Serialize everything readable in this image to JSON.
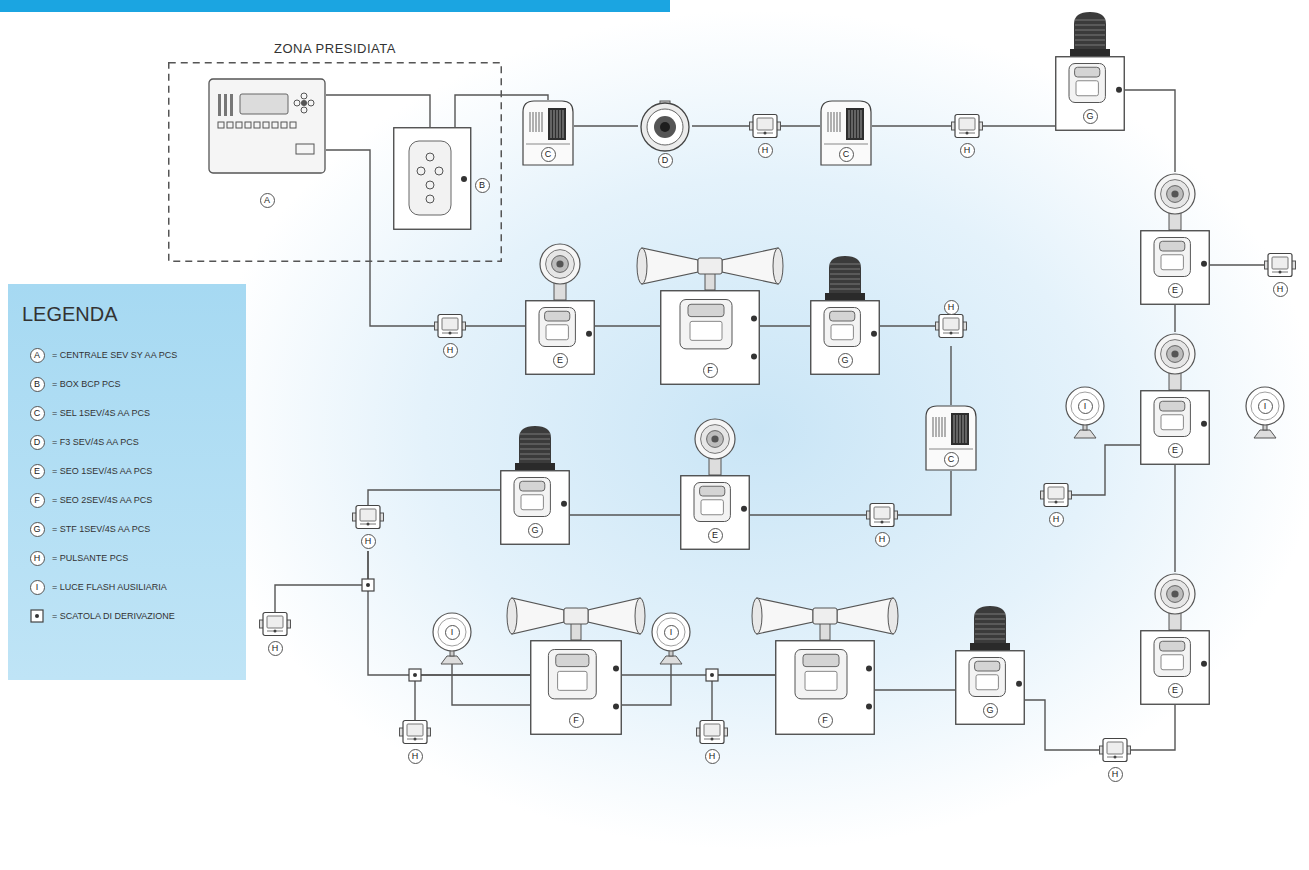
{
  "diagram": {
    "nodes": [
      {
        "text": [
          "ZONA PRESIDIATA"
        ]
      },
      {
        "text": [
          "A"
        ],
        "in": 0
      },
      {
        "text": [
          "B"
        ],
        "in": 0
      },
      {
        "text": [
          "C"
        ]
      },
      {
        "text": [
          "D"
        ]
      },
      {
        "text": [
          "H"
        ]
      },
      {
        "text": [
          "C"
        ]
      },
      {
        "text": [
          "H"
        ]
      },
      {
        "text": [
          "G"
        ]
      },
      {
        "text": [
          "E"
        ]
      },
      {
        "text": [
          "H"
        ]
      },
      {
        "text": [
          "E"
        ]
      },
      {
        "text": [
          "I"
        ]
      },
      {
        "text": [
          "I"
        ]
      },
      {
        "text": [
          "H"
        ]
      },
      {
        "text": [
          "E"
        ]
      },
      {
        "text": [
          "H"
        ]
      },
      {
        "text": [
          "G"
        ]
      },
      {
        "text": [
          "F"
        ]
      },
      {
        "text": [
          "F"
        ]
      },
      {
        "text": [
          "I"
        ]
      },
      {
        "text": [
          "I"
        ]
      },
      {
        "text": [
          "H"
        ]
      },
      {
        "text": [
          "H"
        ]
      },
      {
        "text": [
          "H"
        ]
      },
      {
        "text": [
          "H"
        ]
      },
      {
        "text": [
          "G"
        ]
      },
      {
        "text": [
          "E"
        ]
      },
      {
        "text": [
          "H"
        ]
      },
      {
        "text": [
          "C"
        ]
      },
      {
        "text": [
          "H"
        ]
      },
      {
        "text": [
          "G"
        ]
      },
      {
        "text": [
          "F"
        ]
      },
      {
        "text": [
          "E"
        ]
      },
      {
        "text": [
          "H"
        ]
      }
    ],
    "edges": [
      {
        "from": 1,
        "to": 2,
        "arrow": "none"
      },
      {
        "from": 2,
        "to": 3,
        "arrow": "none"
      },
      {
        "from": 3,
        "to": 4,
        "arrow": "none"
      },
      {
        "from": 4,
        "to": 5,
        "arrow": "none"
      },
      {
        "from": 5,
        "to": 6,
        "arrow": "none"
      },
      {
        "from": 6,
        "to": 7,
        "arrow": "none"
      },
      {
        "from": 7,
        "to": 8,
        "arrow": "none"
      },
      {
        "from": 8,
        "to": 9,
        "arrow": "none"
      },
      {
        "from": 9,
        "to": 10,
        "arrow": "none"
      },
      {
        "from": 9,
        "to": 11,
        "arrow": "none"
      },
      {
        "from": 11,
        "to": 14,
        "arrow": "none"
      },
      {
        "from": 11,
        "to": 15,
        "arrow": "none"
      },
      {
        "from": 15,
        "to": 16,
        "arrow": "none"
      },
      {
        "from": 16,
        "to": 17,
        "arrow": "none"
      },
      {
        "from": 17,
        "to": 18,
        "arrow": "none"
      },
      {
        "from": 18,
        "to": 19,
        "arrow": "none"
      },
      {
        "from": 18,
        "to": 22,
        "arrow": "none"
      },
      {
        "from": 20,
        "to": 19,
        "arrow": "none"
      },
      {
        "from": 21,
        "to": 19,
        "arrow": "none"
      },
      {
        "from": 19,
        "to": 23,
        "arrow": "none"
      },
      {
        "from": 19,
        "to": 25,
        "arrow": "none"
      },
      {
        "from": 25,
        "to": 24,
        "arrow": "none"
      },
      {
        "from": 26,
        "to": 25,
        "arrow": "none"
      },
      {
        "from": 26,
        "to": 27,
        "arrow": "none"
      },
      {
        "from": 27,
        "to": 28,
        "arrow": "none"
      },
      {
        "from": 28,
        "to": 29,
        "arrow": "none"
      },
      {
        "from": 29,
        "to": 30,
        "arrow": "none"
      },
      {
        "from": 30,
        "to": 31,
        "arrow": "none"
      },
      {
        "from": 31,
        "to": 32,
        "arrow": "none"
      },
      {
        "from": 32,
        "to": 33,
        "arrow": "none"
      },
      {
        "from": 33,
        "to": 34,
        "arrow": "none"
      },
      {
        "from": 1,
        "to": 34,
        "arrow": "none"
      }
    ],
    "labels": [
      "LEGENDA",
      "A",
      "B",
      "C",
      "D",
      "E",
      "F",
      "G",
      "H",
      "I"
    ],
    "legend": [
      {
        "text": "= CENTRALE SEV SY AA PCS"
      },
      {
        "text": "= BOX BCP PCS"
      },
      {
        "text": "= SEL 1SEV/4S AA PCS"
      },
      {
        "text": "= F3 SEV/4S AA PCS"
      },
      {
        "text": "= SEO 1SEV/4S AA PCS"
      },
      {
        "text": "= SEO 2SEV/4S AA PCS"
      },
      {
        "text": "= STF 1SEV/4S AA PCS"
      },
      {
        "text": "= PULSANTE PCS"
      },
      {
        "text": "= LUCE FLASH AUSILIARIA"
      },
      {
        "text": "= SCATOLA DI DERIVAZIONE"
      }
    ]
  }
}
